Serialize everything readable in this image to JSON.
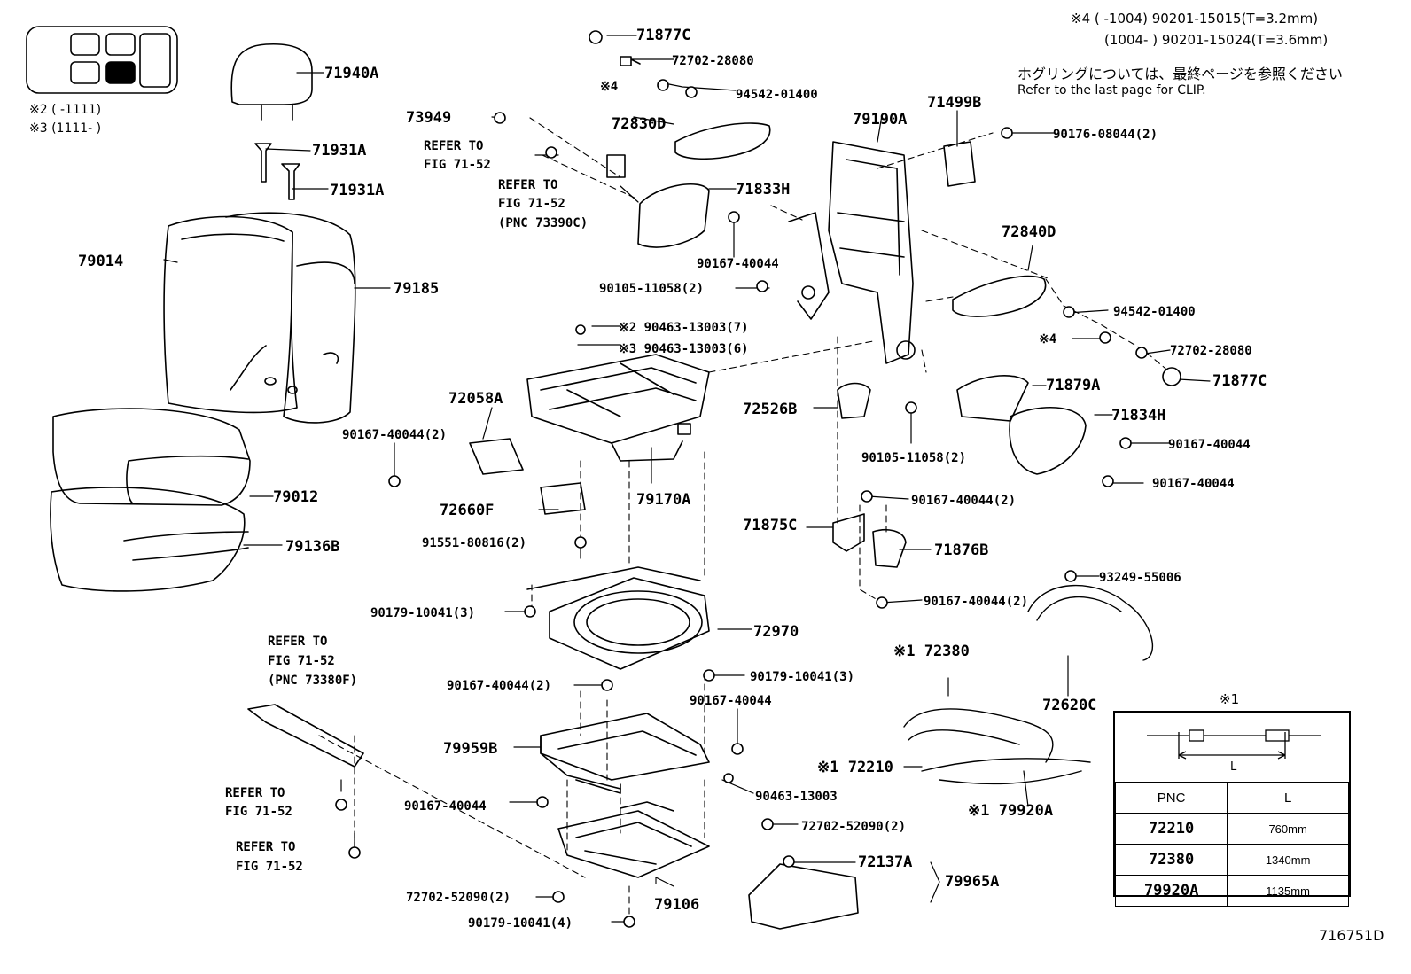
{
  "legend_mark": "※1",
  "labels": {
    "p71877c_top": "71877C",
    "p72702_28080_top": "72702-28080",
    "mark4_top": "※4",
    "p94542_top": "94542-01400",
    "p73949": "73949",
    "refer_a1": "REFER TO",
    "refer_a2": "FIG 71-52",
    "refer_b1": "REFER TO",
    "refer_b2": "FIG 71-52",
    "refer_b3": "(PNC 73390C)",
    "p72830d": "72830D",
    "p71833h": "71833H",
    "p90167_40044_a": "90167-40044",
    "p90105_11058_2a": "90105-11058(2)",
    "p79190a": "79190A",
    "p71499b": "71499B",
    "p90176_08044": "90176-08044(2)",
    "p72840d": "72840D",
    "p94542_right": "94542-01400",
    "mark4_right": "※4",
    "p72702_28080_right": "72702-28080",
    "p71877c_right": "71877C",
    "p71940a": "71940A",
    "p71931a_1": "71931A",
    "p71931a_2": "71931A",
    "p79014": "79014",
    "p79185": "79185",
    "p79012": "79012",
    "p79136b": "79136B",
    "mark2_label": "※2 90463-13003(7)",
    "mark3_label": "※3 90463-13003(6)",
    "p72058a": "72058A",
    "p90167_40044_2a": "90167-40044(2)",
    "p72660f": "72660F",
    "p79170a": "79170A",
    "p91551": "91551-80816(2)",
    "p72526b": "72526B",
    "p90105_11058_2b": "90105-11058(2)",
    "p71879a": "71879A",
    "p71834h": "71834H",
    "p90167_40044_b": "90167-40044",
    "p90167_40044_c": "90167-40044",
    "p90167_40044_2b": "90167-40044(2)",
    "p71875c": "71875C",
    "p71876b": "71876B",
    "p90167_40044_2c": "90167-40044(2)",
    "p93249": "93249-55006",
    "p90179_3a": "90179-10041(3)",
    "p72970": "72970",
    "p90179_3b": "90179-10041(3)",
    "p90167_40044_2d": "90167-40044(2)",
    "p90167_40044_d": "90167-40044",
    "p79959b": "79959B",
    "p90167_40044_e": "90167-40044",
    "p90463_13003": "90463-13003",
    "p72702_52090_a": "72702-52090(2)",
    "p72702_52090_b": "72702-52090(2)",
    "p79106": "79106",
    "p90179_4": "90179-10041(4)",
    "refer_c1": "REFER TO",
    "refer_c2": "FIG 71-52",
    "refer_c3": "(PNC 73380F)",
    "refer_d1": "REFER TO",
    "refer_d2": "FIG 71-52",
    "refer_e1": "REFER TO",
    "refer_e2": "FIG 71-52",
    "p72380": "※1 72380",
    "p72210": "※1 72210",
    "p79920a": "※1 79920A",
    "p72620c": "72620C",
    "p72137a": "72137A",
    "p79965a": "79965A",
    "diagram_id": "716751D"
  },
  "notes": {
    "top_right_1": "※4 (      -1004) 90201-15015(T=3.2mm)",
    "top_right_2": "(1004-      ) 90201-15024(T=3.6mm)",
    "clip_jp": "ホグリングについては、最終ページを参照ください",
    "clip_en": "Refer to the last page for CLIP.",
    "mark2_range": "※2 (      -1111)",
    "mark3_range": "※3 (1111-      )"
  },
  "table": {
    "header": [
      "PNC",
      "L"
    ],
    "span_label": "L",
    "rows": [
      {
        "pnc": "72210",
        "len": "760mm"
      },
      {
        "pnc": "72380",
        "len": "1340mm"
      },
      {
        "pnc": "79920A",
        "len": "1135mm"
      }
    ]
  }
}
